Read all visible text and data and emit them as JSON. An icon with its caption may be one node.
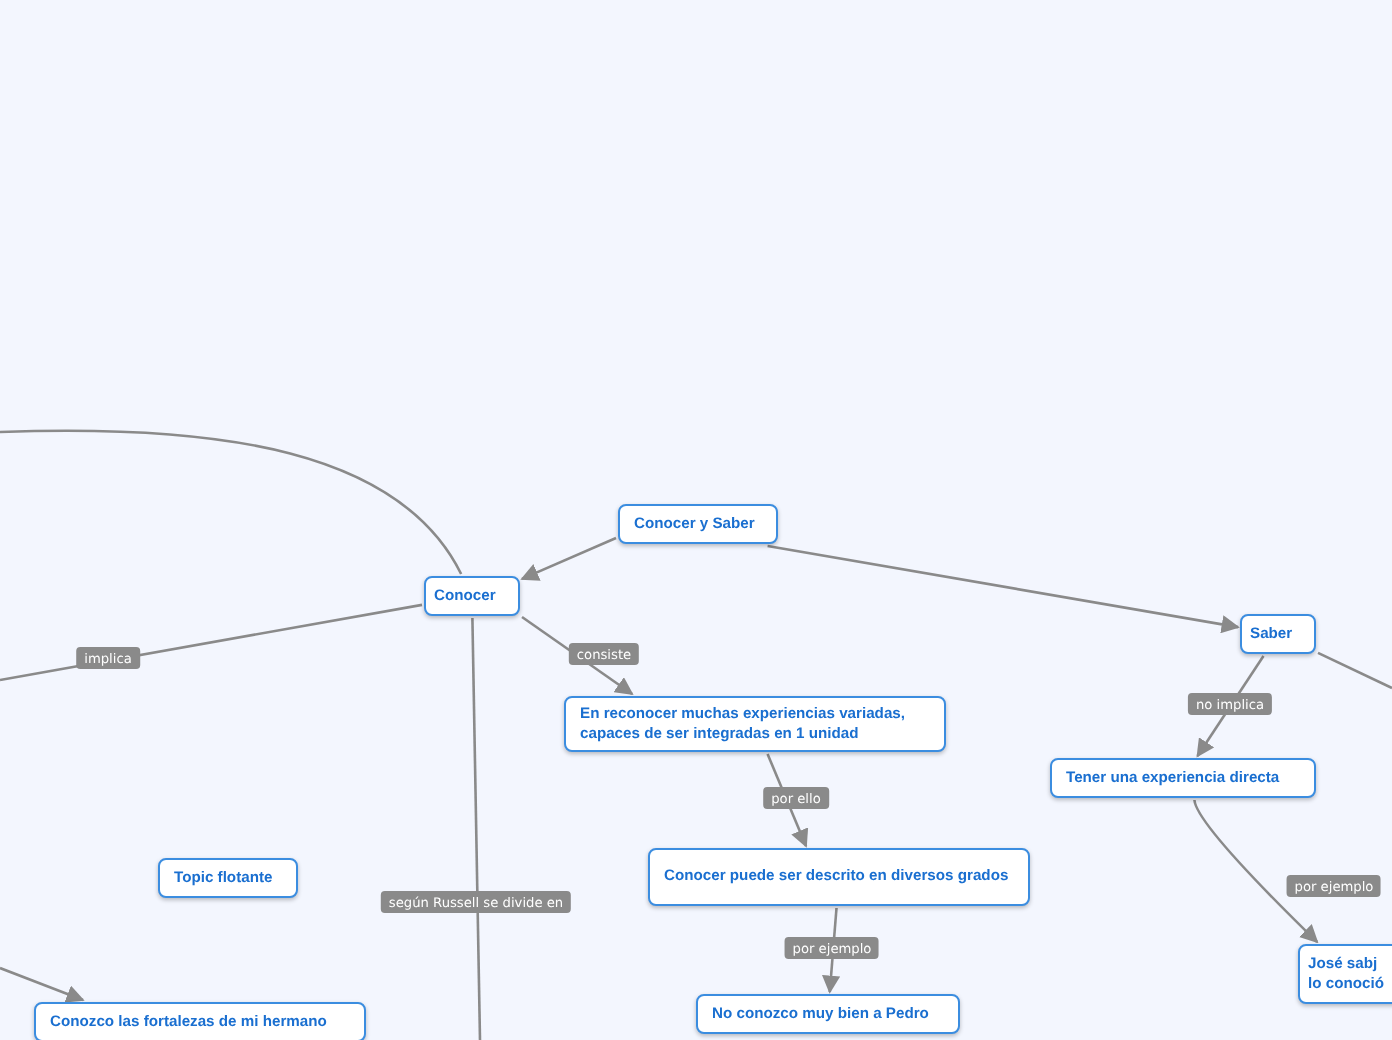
{
  "diagram": {
    "nodes": [
      {
        "text": [
          "Conocer y Saber"
        ]
      },
      {
        "text": [
          "Conocer"
        ]
      },
      {
        "text": [
          "Saber"
        ]
      },
      {
        "text": [
          "En reconocer muchas experiencias variadas, capaces de ser integradas en 1 unidad"
        ]
      },
      {
        "text": [
          "Conocer puede ser descrito en diversos grados"
        ]
      },
      {
        "text": [
          "No conozco muy bien a Pedro"
        ]
      },
      {
        "text": [
          "Tener una experiencia directa"
        ]
      },
      {
        "text": [
          "José sabj lo conoció"
        ]
      },
      {
        "text": [
          "Topic flotante"
        ]
      },
      {
        "text": [
          "Conozco las fortalezas de mi hermano"
        ]
      }
    ],
    "edges": [
      {
        "from": 0,
        "to": 1,
        "arrow": "to"
      },
      {
        "from": 0,
        "to": 2,
        "arrow": "to"
      },
      {
        "from": 1,
        "to": 3,
        "arrow": "to",
        "label": "consiste"
      },
      {
        "from": 3,
        "to": 4,
        "arrow": "to",
        "label": "por ello"
      },
      {
        "from": 4,
        "to": 5,
        "arrow": "to",
        "label": "por ejemplo"
      },
      {
        "from": 2,
        "to": 6,
        "arrow": "to",
        "label": "no implica"
      },
      {
        "from": 6,
        "to": 7,
        "arrow": "to",
        "label": "por ejemplo"
      },
      {
        "from": 1,
        "to": null,
        "arrow": "none",
        "label": "implica"
      },
      {
        "from": 1,
        "to": null,
        "arrow": "none"
      },
      {
        "from": 1,
        "to": null,
        "arrow": "none",
        "label": "según Russell se divide en"
      },
      {
        "from": null,
        "to": 9,
        "arrow": "to"
      },
      {
        "from": 2,
        "to": null,
        "arrow": "none"
      }
    ]
  }
}
